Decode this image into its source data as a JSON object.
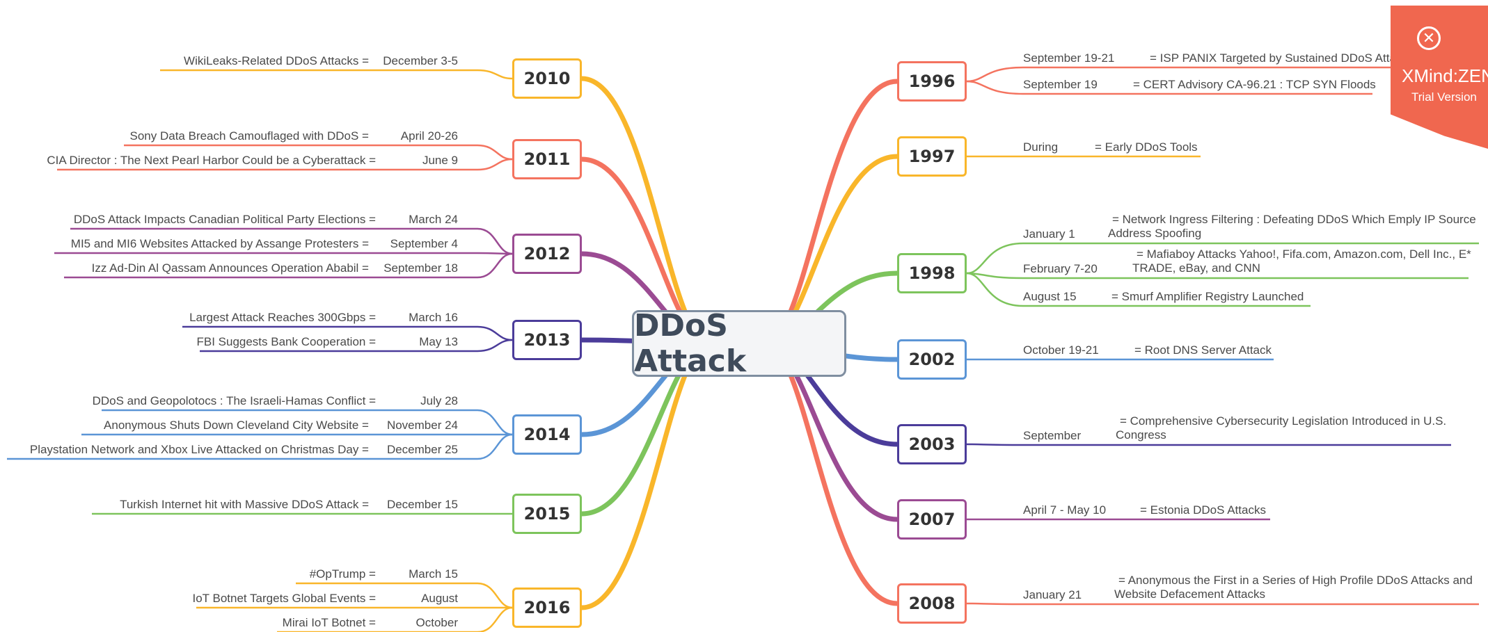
{
  "central": "DDoS Attack",
  "colors": {
    "red": "#f4735f",
    "orange": "#f9b62a",
    "green": "#7dc45c",
    "blue": "#5b95d6",
    "navy": "#4b3c9a",
    "purple": "#9b4b93"
  },
  "watermark": {
    "brand": "XMind:ZEN",
    "trial": "Trial Version",
    "close_icon": "close-circle-icon"
  },
  "left": [
    {
      "year": "2010",
      "color": "orange",
      "items": [
        {
          "text": "WikiLeaks-Related DDoS Attacks =",
          "date": "December 3-5"
        }
      ]
    },
    {
      "year": "2011",
      "color": "red",
      "items": [
        {
          "text": "Sony Data Breach Camouflaged with DDoS =",
          "date": "April 20-26"
        },
        {
          "text": "CIA Director : The Next Pearl Harbor Could be a Cyberattack =",
          "date": "June 9"
        }
      ]
    },
    {
      "year": "2012",
      "color": "purple",
      "items": [
        {
          "text": "DDoS Attack Impacts Canadian Political Party Elections =",
          "date": "March 24"
        },
        {
          "text": "MI5 and MI6 Websites Attacked by Assange Protesters =",
          "date": "September 4"
        },
        {
          "text": "Izz Ad-Din Al Qassam Announces Operation Ababil =",
          "date": "September 18"
        }
      ]
    },
    {
      "year": "2013",
      "color": "navy",
      "items": [
        {
          "text": "Largest Attack Reaches 300Gbps =",
          "date": "March 16"
        },
        {
          "text": "FBI Suggests Bank Cooperation =",
          "date": "May 13"
        }
      ]
    },
    {
      "year": "2014",
      "color": "blue",
      "items": [
        {
          "text": "DDoS and Geopolotocs : The Israeli-Hamas Conflict =",
          "date": "July 28"
        },
        {
          "text": "Anonymous Shuts Down Cleveland City Website =",
          "date": "November 24"
        },
        {
          "text": "Playstation Network and Xbox Live Attacked on Christmas Day =",
          "date": "December 25"
        }
      ]
    },
    {
      "year": "2015",
      "color": "green",
      "items": [
        {
          "text": "Turkish Internet hit with Massive DDoS Attack =",
          "date": "December 15"
        }
      ]
    },
    {
      "year": "2016",
      "color": "orange",
      "items": [
        {
          "text": "#OpTrump =",
          "date": "March 15"
        },
        {
          "text": "IoT Botnet Targets Global Events =",
          "date": "August"
        },
        {
          "text": "Mirai IoT Botnet =",
          "date": "October"
        }
      ]
    }
  ],
  "right": [
    {
      "year": "1996",
      "color": "red",
      "items": [
        {
          "date": "September 19-21",
          "text": "= ISP PANIX Targeted by Sustained DDoS Attack"
        },
        {
          "date": "September 19",
          "text": "= CERT Advisory CA-96.21 : TCP SYN Floods"
        }
      ]
    },
    {
      "year": "1997",
      "color": "orange",
      "items": [
        {
          "date": "During",
          "text": "= Early DDoS Tools"
        }
      ]
    },
    {
      "year": "1998",
      "color": "green",
      "items": [
        {
          "date": "January 1",
          "text": "= Network Ingress Filtering : Defeating DDoS Which Emply IP Source Address Spoofing"
        },
        {
          "date": "February 7-20",
          "text": "= Mafiaboy Attacks Yahoo!, Fifa.com, Amazon.com, Dell Inc., E* TRADE, eBay, and CNN"
        },
        {
          "date": "August 15",
          "text": "= Smurf Amplifier Registry Launched"
        }
      ]
    },
    {
      "year": "2002",
      "color": "blue",
      "items": [
        {
          "date": "October 19-21",
          "text": "= Root DNS Server Attack"
        }
      ]
    },
    {
      "year": "2003",
      "color": "navy",
      "items": [
        {
          "date": "September",
          "text": "= Comprehensive Cybersecurity Legislation Introduced in U.S. Congress"
        }
      ]
    },
    {
      "year": "2007",
      "color": "purple",
      "items": [
        {
          "date": "April 7 - May 10",
          "text": "= Estonia DDoS Attacks"
        }
      ]
    },
    {
      "year": "2008",
      "color": "red",
      "items": [
        {
          "date": "January 21",
          "text": "= Anonymous the First in a Series of High Profile DDoS Attacks and Website Defacement Attacks"
        }
      ]
    }
  ]
}
